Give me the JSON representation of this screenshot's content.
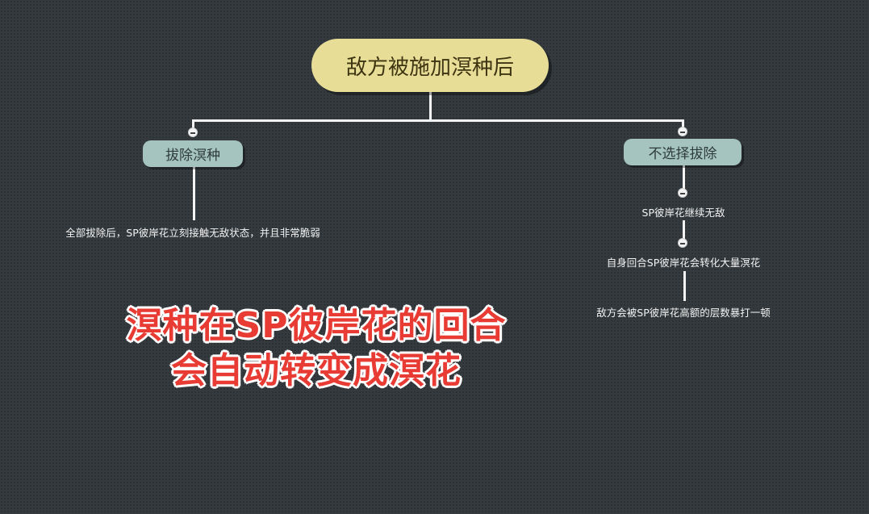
{
  "root": {
    "label": "敌方被施加溟种后"
  },
  "branches": [
    {
      "label": "拔除溟种",
      "children": [
        {
          "label": "全部拔除后，SP彼岸花立刻接触无敌状态，并且非常脆弱"
        }
      ]
    },
    {
      "label": "不选择拔除",
      "children": [
        {
          "label": "SP彼岸花继续无敌"
        },
        {
          "label": "自身回合SP彼岸花会转化大量溟花"
        },
        {
          "label": "敌方会被SP彼岸花高额的层数暴打一顿"
        }
      ]
    }
  ],
  "overlay_caption": {
    "line1": "溟种在SP彼岸花的回合",
    "line2": "会自动转变成溟花",
    "color": "#e83b33"
  },
  "colors": {
    "background": "#343a3e",
    "root_fill": "#e8dd97",
    "branch_fill": "#a5c4bf",
    "connector": "#f4f4f4"
  }
}
